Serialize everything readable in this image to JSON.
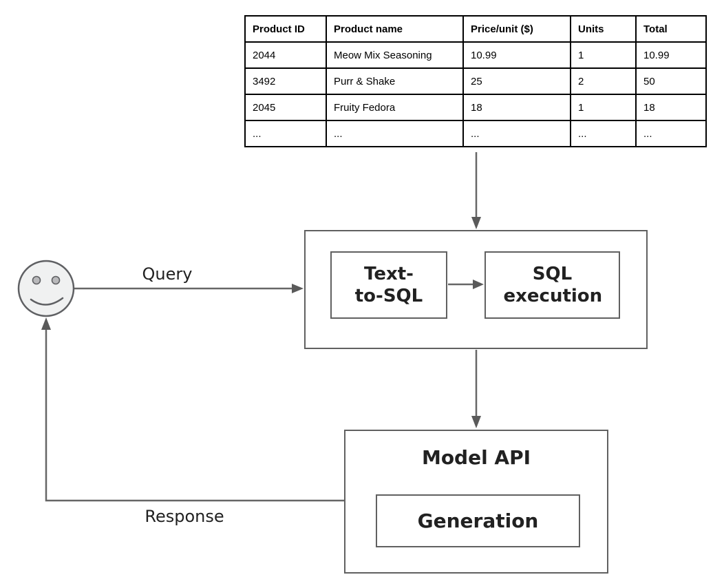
{
  "products_table": {
    "headers": [
      "Product ID",
      "Product name",
      "Price/unit ($)",
      "Units",
      "Total"
    ],
    "rows": [
      [
        "2044",
        "Meow Mix Seasoning",
        "10.99",
        "1",
        "10.99"
      ],
      [
        "3492",
        "Purr & Shake",
        "25",
        "2",
        "50"
      ],
      [
        "2045",
        "Fruity Fedora",
        "18",
        "1",
        "18"
      ],
      [
        "...",
        "...",
        "...",
        "...",
        "..."
      ]
    ]
  },
  "flow": {
    "query_label": "Query",
    "response_label": "Response",
    "pipeline_box": {
      "text_to_sql_label": "Text-to-SQL",
      "sql_execution_label": "SQL execution"
    },
    "model_api_box": {
      "title": "Model API",
      "generation_label": "Generation"
    },
    "icons": {
      "user": "smiley-face-icon"
    },
    "colors": {
      "connector": "#666666",
      "arrowhead": "#5a5a5a",
      "box_border": "#606060",
      "table_border": "#000000",
      "face_fill": "#f0f1f1",
      "eye_fill": "#b9b9bb",
      "text": "#212121"
    }
  }
}
